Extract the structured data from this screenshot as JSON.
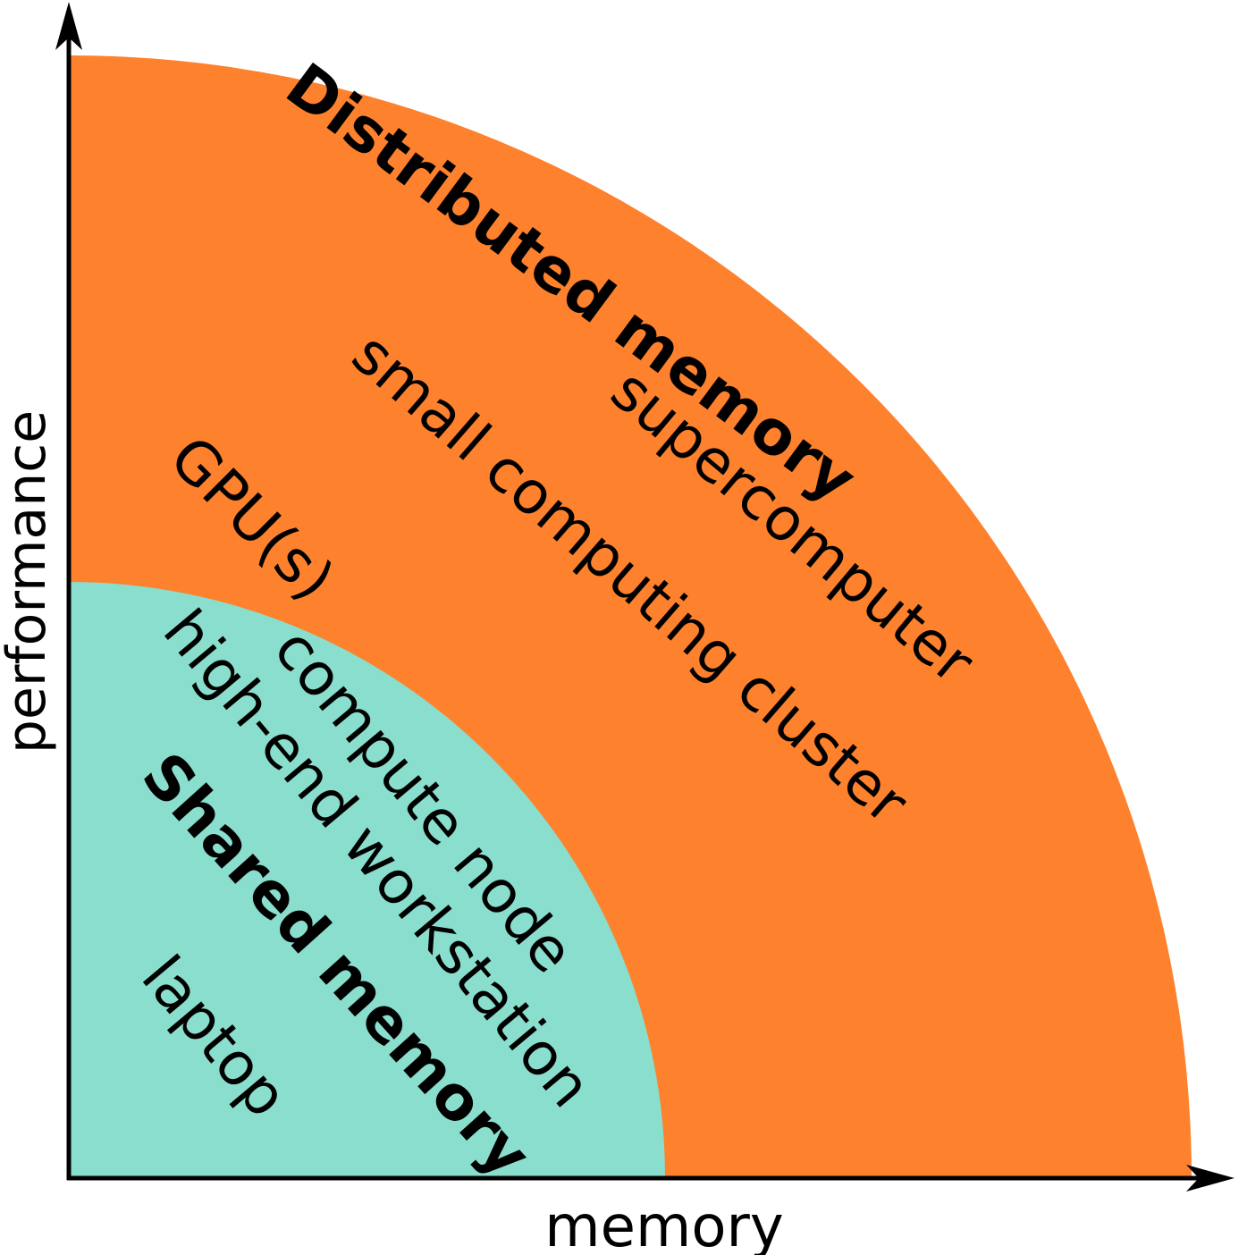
{
  "axes": {
    "x_label": "memory",
    "y_label": "performance"
  },
  "regions": {
    "distributed": {
      "title": "Distributed memory",
      "color": "#fe812d",
      "items": [
        "supercomputer",
        "small computing cluster",
        "GPU(s)"
      ]
    },
    "shared": {
      "title": "Shared memory",
      "color": "#8adecd",
      "items": [
        "compute node",
        "high-end workstation",
        "laptop"
      ]
    }
  },
  "axis_color": "#000000"
}
